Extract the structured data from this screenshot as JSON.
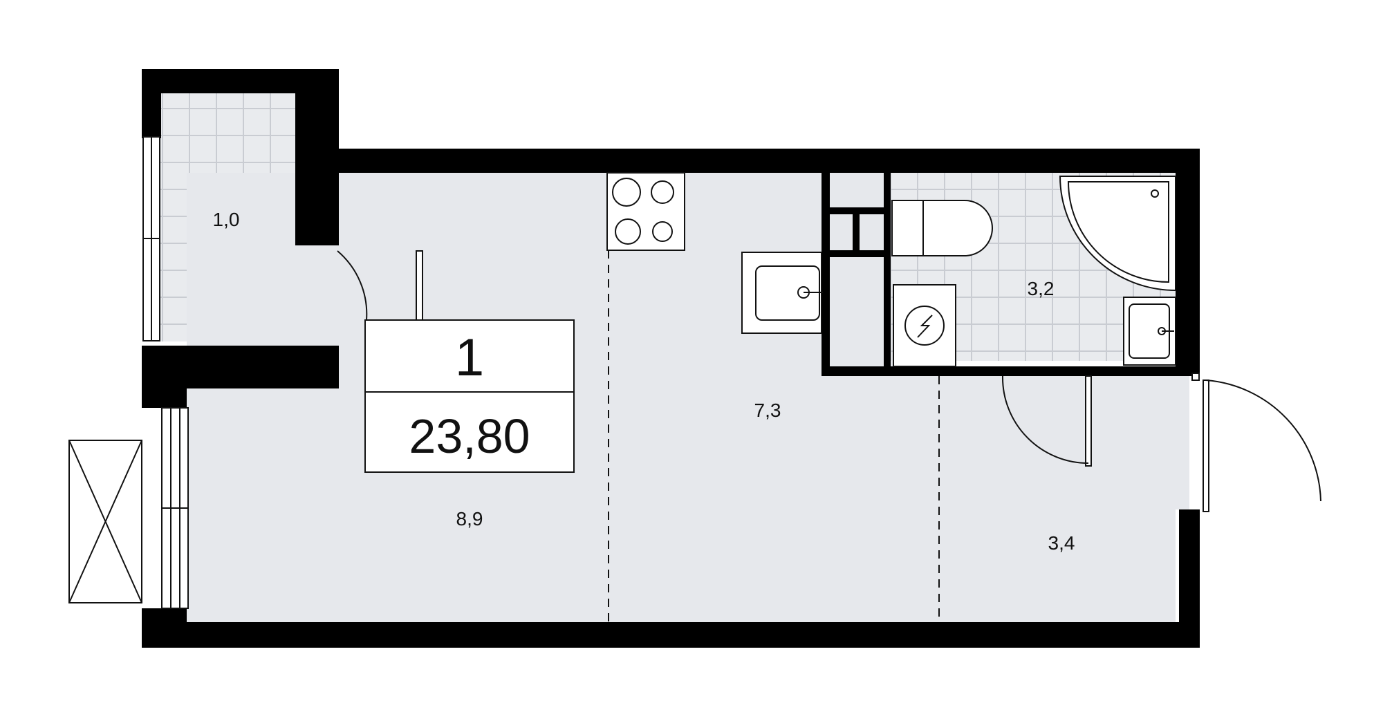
{
  "plan": {
    "rooms_count": "1",
    "total_area": "23,80",
    "rooms": {
      "balcony": "1,0",
      "living": "8,9",
      "kitchen": "7,3",
      "bathroom": "3,2",
      "hallway": "3,4"
    }
  },
  "colors": {
    "wall": "#000000",
    "floor": "#e6e8ec",
    "tile": "#d2d5da",
    "line": "#111111",
    "background": "#ffffff"
  },
  "icons": [
    "cooktop-icon",
    "kitchen-sink-icon",
    "toilet-icon",
    "washing-machine-icon",
    "bathtub-icon",
    "bathroom-sink-icon",
    "door-swing-icon",
    "window-icon",
    "ventilation-shaft-icon"
  ]
}
